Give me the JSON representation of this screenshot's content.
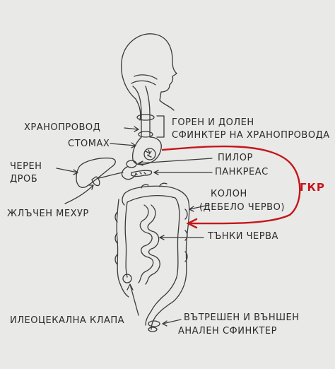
{
  "labels": {
    "esophagus": "ХРАНОПРОВОД",
    "sphincter_line1": "ГОРЕН И ДОЛЕН",
    "sphincter_line2": "СФИНКТЕР НА ХРАНОПРОВОДА",
    "stomach": "СТОМАХ",
    "liver_line1": "ЧЕРЕН",
    "liver_line2": "ДРОБ",
    "pylorus": "ПИЛОР",
    "pancreas": "ПАНКРЕАС",
    "gallbladder": "ЖЛЪЧЕН МЕХУР",
    "colon_line1": "КОЛОН",
    "colon_line2": "(ДЕБЕЛО ЧЕРВО)",
    "small_intestine": "ТЪНКИ ЧЕРВА",
    "ileocecal_valve": "ИЛЕОЦЕКАЛНА КЛАПА",
    "anal_line1": "ВЪТРЕШЕН И ВЪНШЕН",
    "anal_line2": "АНАЛЕН СФИНКТЕР",
    "gerd": "ГКР"
  },
  "colors": {
    "background": "#e9e9e7",
    "pencil": "#3a3a3a",
    "accent_red": "#c4161c"
  }
}
